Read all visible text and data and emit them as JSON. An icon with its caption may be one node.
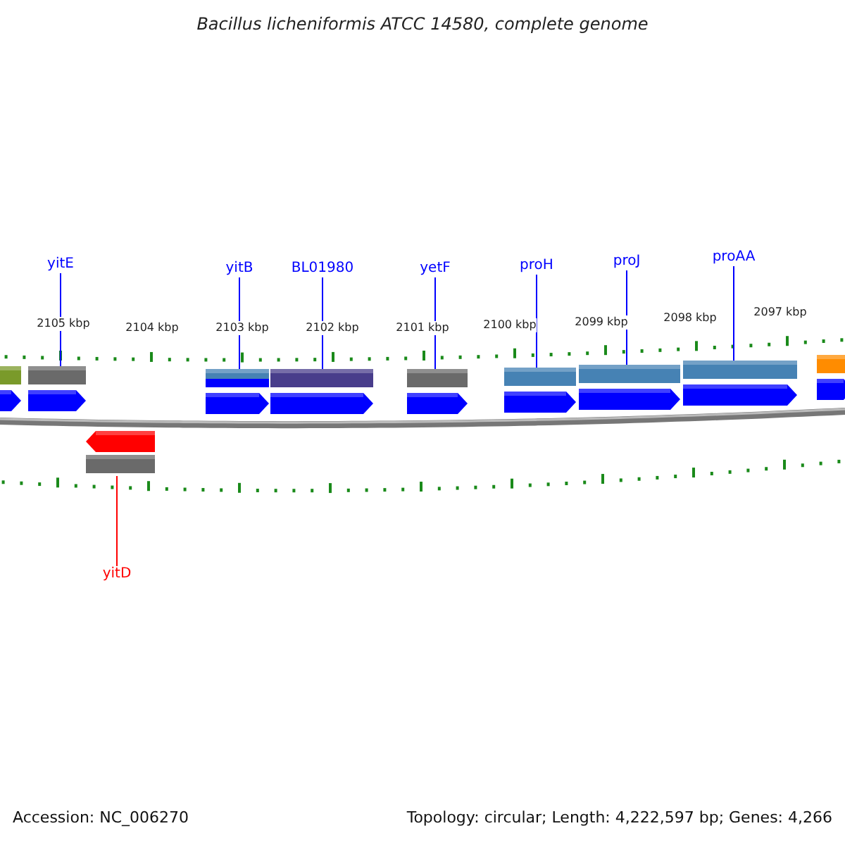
{
  "diagram": {
    "title": "Bacillus licheniformis ATCC 14580, complete genome",
    "nodes": [
      {
        "text": [
          "yitE"
        ]
      },
      {
        "text": [
          "yitB"
        ]
      },
      {
        "text": [
          "BL01980"
        ]
      },
      {
        "text": [
          "yetF"
        ]
      },
      {
        "text": [
          "proH"
        ]
      },
      {
        "text": [
          "proJ"
        ]
      },
      {
        "text": [
          "proAA"
        ]
      },
      {
        "text": [],
        "shape": "bar"
      },
      {
        "text": [],
        "shape": "bar"
      },
      {
        "text": [],
        "shape": "bar"
      },
      {
        "text": [],
        "shape": "bar"
      },
      {
        "text": [],
        "shape": "bar"
      },
      {
        "text": [],
        "shape": "bar"
      },
      {
        "text": [],
        "shape": "bar"
      },
      {
        "text": [],
        "shape": "bar"
      },
      {
        "text": [],
        "shape": "bar"
      },
      {
        "text": [],
        "shape": "bar"
      },
      {
        "text": [
          "yitD"
        ]
      }
    ],
    "edges": [
      {
        "from": 0,
        "to": 8,
        "arrow": "none"
      },
      {
        "from": 1,
        "to": 10,
        "arrow": "none"
      },
      {
        "from": 2,
        "to": 11,
        "arrow": "none"
      },
      {
        "from": 3,
        "to": 12,
        "arrow": "none"
      },
      {
        "from": 4,
        "to": 13,
        "arrow": "none"
      },
      {
        "from": 5,
        "to": 14,
        "arrow": "none"
      },
      {
        "from": 6,
        "to": 15,
        "arrow": "none"
      },
      {
        "from": 17,
        "to": 9,
        "arrow": "none",
        "color": "#ff0000"
      }
    ],
    "labels": [
      "2105 kbp",
      "2104 kbp",
      "2103 kbp",
      "2102 kbp",
      "2101 kbp",
      "2100 kbp",
      "2099 kbp",
      "2098 kbp",
      "2097 kbp",
      "Accession: NC_006270",
      "Topology: circular; Length: 4,222,597 bp; Genes: 4,266"
    ]
  }
}
